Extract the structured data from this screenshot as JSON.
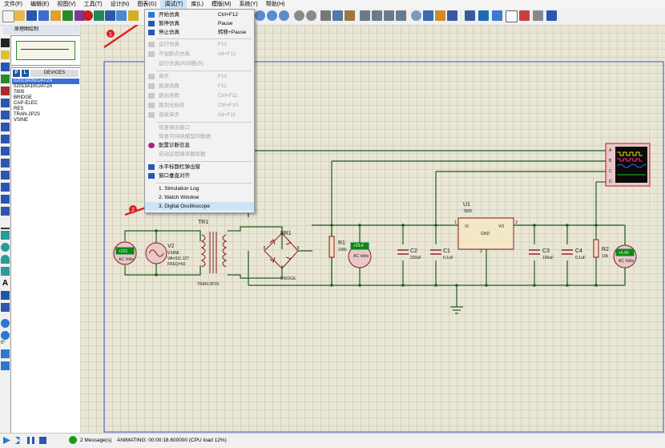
{
  "menubar": {
    "items": [
      "文件(F)",
      "编辑(E)",
      "视图(V)",
      "工具(T)",
      "设计(N)",
      "图表(G)",
      "调试(T)",
      "库(L)",
      "模版(M)",
      "系统(Y)",
      "帮助(H)"
    ]
  },
  "panel": {
    "title": "原理图绘制"
  },
  "devices": {
    "p_label": "P",
    "l_label": "L",
    "header": "DEVICES",
    "items": [
      "02013A050JAT2A",
      "02013A100JAT2A",
      "7805",
      "BRIDGE",
      "CAP-ELEC",
      "RES",
      "TRAN-2P2S",
      "VSINE"
    ]
  },
  "debug_menu": {
    "items": [
      {
        "label": "开始仿真",
        "shortcut": "Ctrl+F12",
        "disabled": false
      },
      {
        "label": "暂停仿真",
        "shortcut": "Pause",
        "disabled": false
      },
      {
        "label": "停止仿真",
        "shortcut": "转移+Pause",
        "disabled": false
      },
      {
        "label": "运行仿真",
        "shortcut": "F12",
        "disabled": true
      },
      {
        "label": "不加断点仿真",
        "shortcut": "Alt+F12",
        "disabled": true
      },
      {
        "label": "运行仿真(时间断点)",
        "shortcut": "",
        "disabled": true
      },
      {
        "label": "单步",
        "shortcut": "F10",
        "disabled": true
      },
      {
        "label": "跳进函数",
        "shortcut": "F11",
        "disabled": true
      },
      {
        "label": "跳出函数",
        "shortcut": "Ctrl+F11",
        "disabled": true
      },
      {
        "label": "跳到光标处",
        "shortcut": "Ctrl+F10",
        "disabled": true
      },
      {
        "label": "连续单步",
        "shortcut": "Alt+F11",
        "disabled": true
      },
      {
        "label": "恢复弹出窗口",
        "shortcut": "",
        "disabled": true
      },
      {
        "label": "恢复可持续模型的数据",
        "shortcut": "",
        "disabled": true
      },
      {
        "label": "配置诊断信息",
        "shortcut": "",
        "disabled": false
      },
      {
        "label": "启动远程编译器视器",
        "shortcut": "",
        "disabled": true
      },
      {
        "label": "水平标题栏弹出窗",
        "shortcut": "",
        "disabled": false
      },
      {
        "label": "窗口垂直对齐",
        "shortcut": "",
        "disabled": false
      },
      {
        "label": "1. Simulation Log",
        "shortcut": "",
        "disabled": false
      },
      {
        "label": "2. Watch Window",
        "shortcut": "",
        "disabled": false
      },
      {
        "label": "3. Digital Oscilloscope",
        "shortcut": "",
        "disabled": false
      }
    ]
  },
  "annotations": {
    "step1": "1",
    "step2": "2"
  },
  "schematic": {
    "v2": {
      "name": "V2",
      "type": "VSINE",
      "va": "VA=311.127",
      "freq": "FREQ=50"
    },
    "tr1": {
      "name": "TR1",
      "type": "TRAN-2P2S"
    },
    "br1": {
      "name": "BR1",
      "type": "BRIDGE"
    },
    "r1": {
      "name": "R1",
      "value": "100k"
    },
    "c2": {
      "name": "C2",
      "value": "220uF"
    },
    "c1": {
      "name": "C1",
      "value": "0.1uF"
    },
    "u1": {
      "name": "U1",
      "type": "7805",
      "vi": "VI",
      "vo": "VO",
      "gnd": "GND",
      "p1": "1",
      "p2": "2",
      "p3": "3"
    },
    "c3": {
      "name": "C3",
      "value": "100uF"
    },
    "c4": {
      "name": "C4",
      "value": "0.1uF"
    },
    "r2": {
      "name": "R2",
      "value": "10k"
    },
    "meter1": {
      "reading": "+221",
      "unit": "AC Volts"
    },
    "meter2": {
      "reading": "+29.4",
      "unit": "AC Volts"
    },
    "meter3": {
      "reading": "+5.00",
      "unit": "AC Volts"
    },
    "scope_channels": [
      "A",
      "B",
      "C",
      "D"
    ]
  },
  "status": {
    "messages": "2 Message(s)",
    "animating": "ANIMATING: 00:00:18.600000 (CPU load 12%)",
    "angle": "0°"
  },
  "colors": {
    "wire": "#1d5e1d",
    "component": "#8b1a1a",
    "meter_green": "#0a8a0a",
    "scope_border": "#bf3a3a",
    "canvas": "#e9e6d6",
    "blue_frame": "#3c55c8",
    "arrow": "#e02020"
  }
}
